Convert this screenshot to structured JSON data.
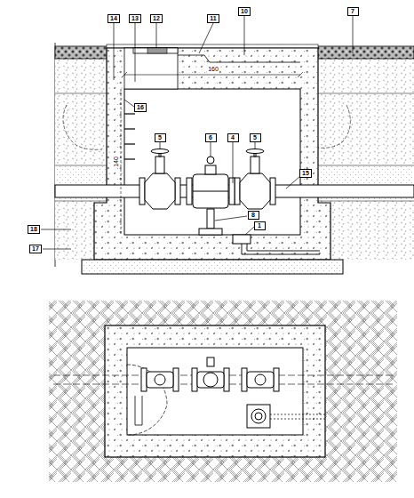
{
  "diagram": {
    "labels": [
      "14",
      "13",
      "12",
      "11",
      "10",
      "7",
      "16",
      "18",
      "17",
      "5",
      "6",
      "4",
      "5",
      "15",
      "8",
      "1",
      "160",
      "140"
    ]
  }
}
